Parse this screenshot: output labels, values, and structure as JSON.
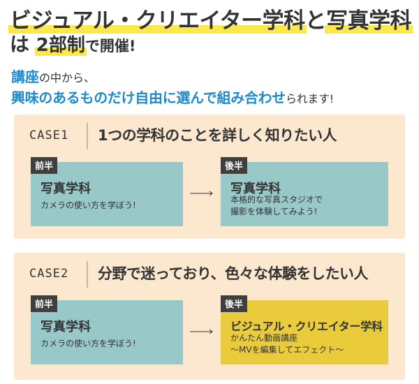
{
  "headline": {
    "line1_a": "ビジュアル・クリエイター学科",
    "line1_b": "と",
    "line1_c": "写真学科",
    "line2_a": "は",
    "line2_b": "2部制",
    "line2_c": "で開催!"
  },
  "intro": {
    "line1_highlight": "講座",
    "line1_rest": "の中から、",
    "line2_highlight": "興味のあるものだけ自由に選んで組み合わせ",
    "line2_rest": "られます!"
  },
  "cases": [
    {
      "label": "CASE1",
      "title": "1つの学科のことを詳しく知りたい人",
      "first": {
        "tag": "前半",
        "title": "写真学科",
        "desc": [
          "カメラの使い方を学ぼう!"
        ]
      },
      "second": {
        "tag": "後半",
        "title": "写真学科",
        "desc": [
          "本格的な写真スタジオで",
          "撮影を体験してみよう!"
        ]
      }
    },
    {
      "label": "CASE2",
      "title": "分野で迷っており、色々な体験をしたい人",
      "first": {
        "tag": "前半",
        "title": "写真学科",
        "desc": [
          "カメラの使い方を学ぼう!"
        ]
      },
      "second": {
        "tag": "後半",
        "title": "ビジュアル・クリエイター学科",
        "desc": [
          "かんたん動画講座",
          "〜MVを編集してエフェクト〜"
        ]
      }
    }
  ],
  "colors": {
    "highlight_yellow": "#fbe94b",
    "blue": "#1f8ac9",
    "panel_bg": "#fbe8cf",
    "teal_box": "#98c8c8",
    "yellow_box": "#e9cb3c",
    "tag_bg": "#3f3f3f"
  },
  "icons": [
    "arrow-right-icon"
  ]
}
